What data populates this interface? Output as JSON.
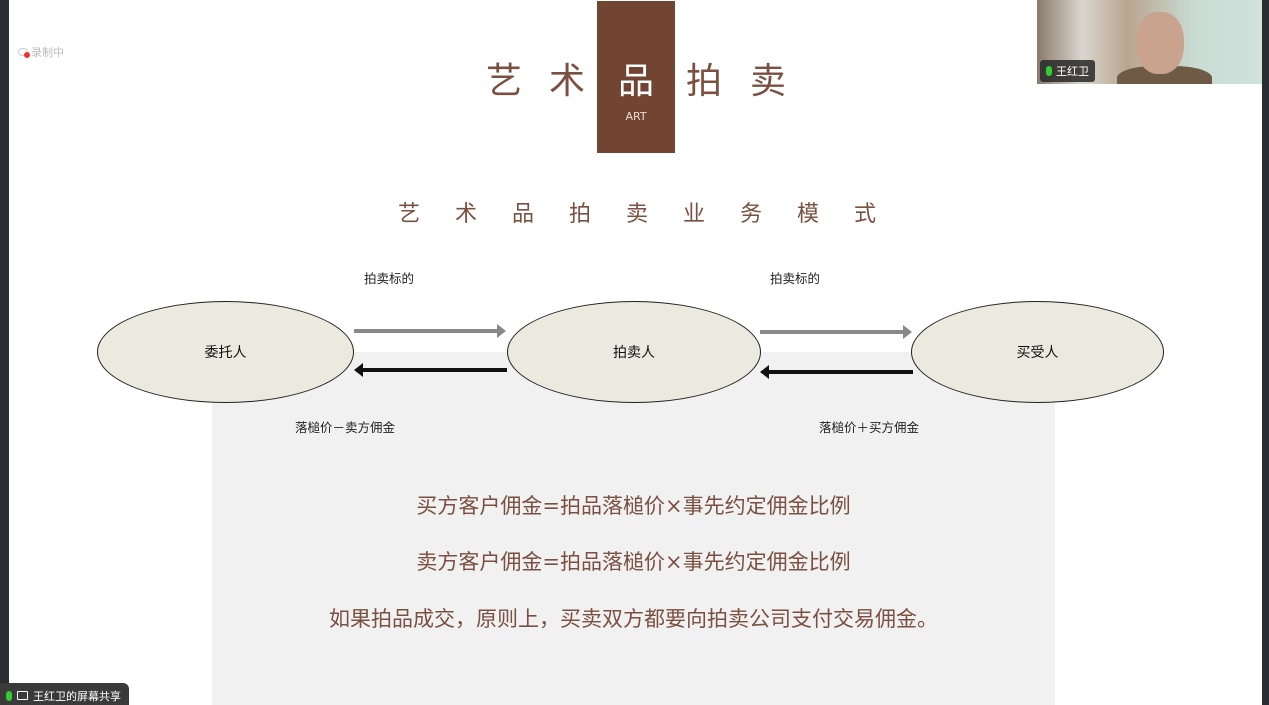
{
  "recording": {
    "label": "录制中"
  },
  "slide": {
    "title_chars": [
      "艺",
      "术",
      "品",
      "拍",
      "卖"
    ],
    "title_tag": "ART",
    "subtitle": "艺术品拍卖业务模式",
    "nodes": [
      "委托人",
      "拍卖人",
      "买受人"
    ],
    "top_labels": [
      "拍卖标的",
      "拍卖标的"
    ],
    "bottom_labels": [
      "落槌价－卖方佣金",
      "落槌价＋买方佣金"
    ],
    "formulas": [
      "买方客户佣金=拍品落槌价×事先约定佣金比例",
      "卖方客户佣金=拍品落槌价×事先约定佣金比例",
      "如果拍品成交，原则上，买卖双方都要向拍卖公司支付交易佣金。"
    ]
  },
  "video": {
    "participant_name": "王红卫"
  },
  "share_bar": {
    "label": "王红卫的屏幕共享"
  },
  "colors": {
    "brand_brown": "#724532",
    "text_brown": "#7a5040"
  }
}
